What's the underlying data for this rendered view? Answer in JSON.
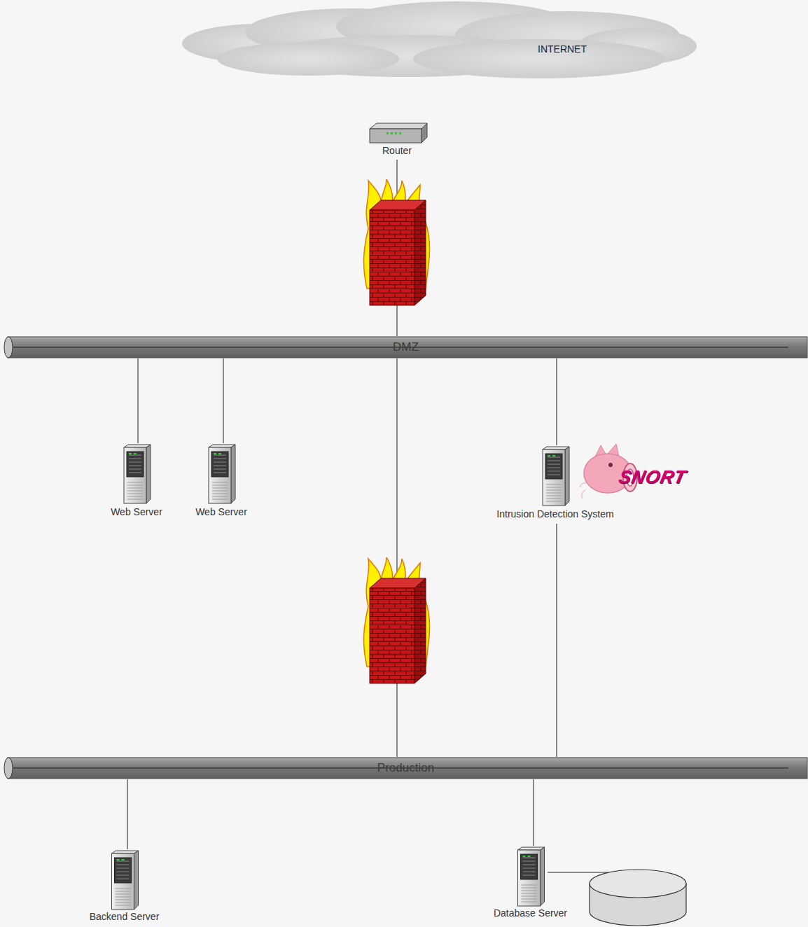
{
  "diagram": {
    "nodes": [
      {
        "text": [
          "INTERNET"
        ]
      },
      {
        "text": [
          "Router"
        ]
      },
      {
        "text": [
          "DMZ"
        ]
      },
      {
        "text": [
          "Web Server"
        ]
      },
      {
        "text": [
          "Web Server"
        ]
      },
      {
        "text": [
          "Intrusion Detection System"
        ]
      },
      {
        "text": [
          "Production"
        ]
      },
      {
        "text": [
          "Backend Server"
        ]
      },
      {
        "text": [
          "Database Server"
        ]
      }
    ],
    "edges": [
      {
        "from": 1,
        "to": 2,
        "arrow": "none"
      },
      {
        "from": 2,
        "to": 3,
        "arrow": "none"
      },
      {
        "from": 2,
        "to": 4,
        "arrow": "none"
      },
      {
        "from": 2,
        "to": 5,
        "arrow": "none"
      },
      {
        "from": 5,
        "to": 6,
        "arrow": "none"
      },
      {
        "from": 2,
        "to": 6,
        "arrow": "none"
      },
      {
        "from": 6,
        "to": 7,
        "arrow": "none"
      },
      {
        "from": 6,
        "to": 8,
        "arrow": "none"
      }
    ],
    "labels": [
      "SNORT"
    ]
  }
}
